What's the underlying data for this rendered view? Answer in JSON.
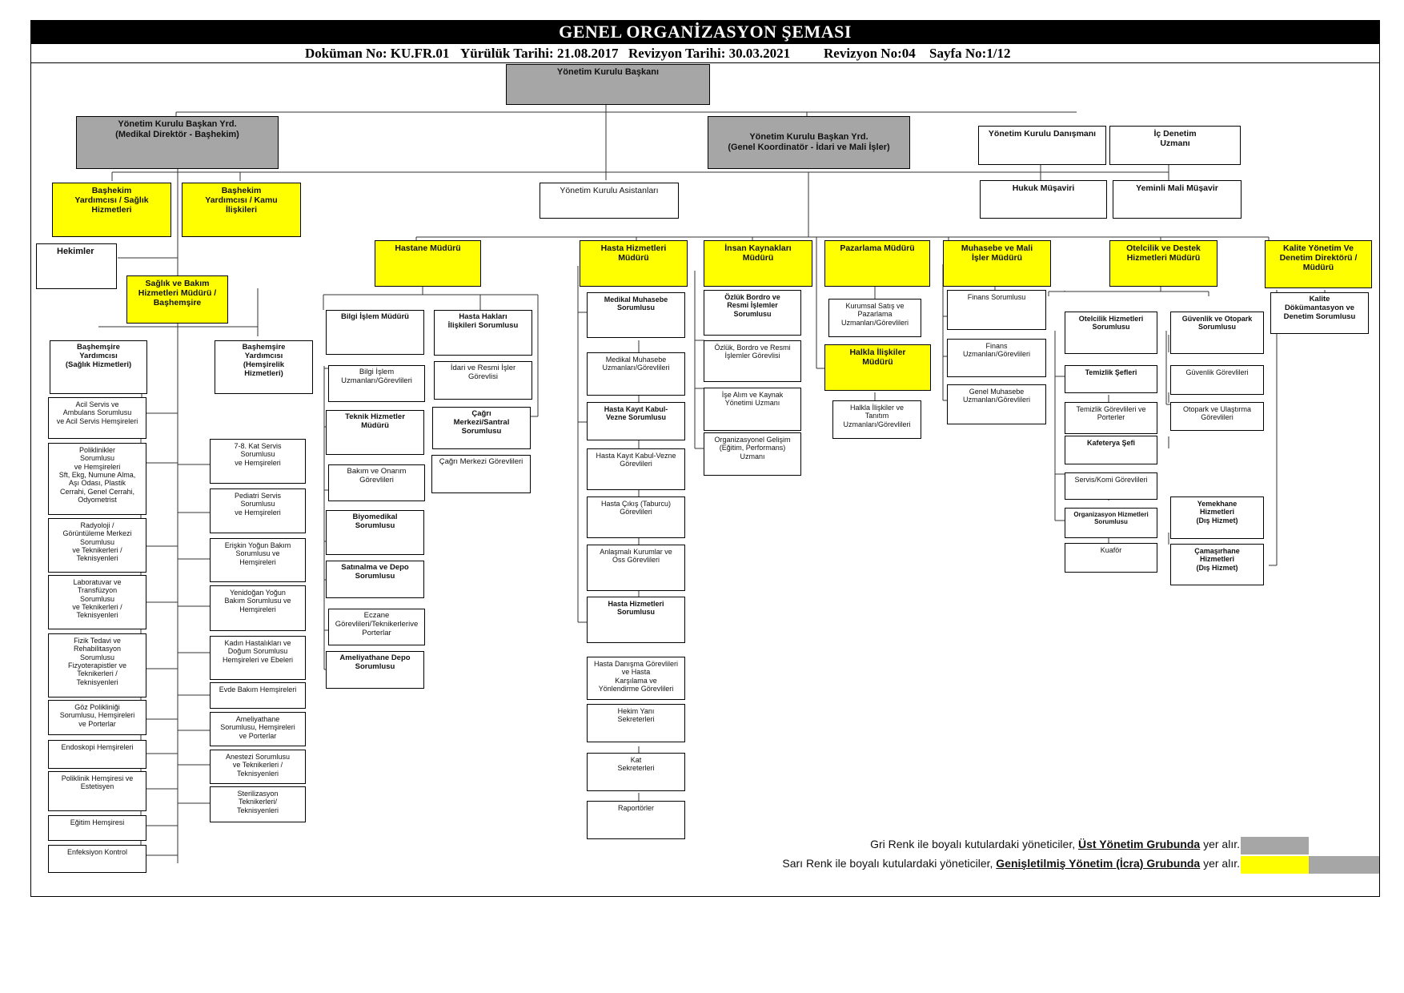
{
  "title": "GENEL ORGANİZASYON ŞEMASI",
  "doc": {
    "doc_no": "Doküman No: KU.FR.01",
    "effective": "Yürülük Tarihi: 21.08.2017",
    "revision_date": "Revizyon Tarihi: 30.03.2021",
    "revision_no": "Revizyon No:04",
    "page": "Sayfa No:1/12"
  },
  "colors": {
    "gray": "#a6a6a6",
    "yellow": "#ffff00"
  },
  "top": {
    "chairman": "Yönetim Kurulu Başkanı",
    "vp_medical": "Yönetim Kurulu Başkan Yrd.\n(Medikal Direktör - Başhekim)",
    "vp_general": "Yönetim Kurulu Başkan Yrd.\n(Genel Koordinatör - İdari ve Mali İşler)",
    "advisor": "Yönetim Kurulu Danışmanı",
    "auditor": "İç Denetim\nUzmanı",
    "legal": "Hukuk Müşaviri",
    "cpa": "Yeminli Mali Müşavir",
    "assistants": "Yönetim Kurulu Asistanları"
  },
  "medical": {
    "deputy_health": "Başhekim\nYardımcısı / Sağlık\nHizmetleri",
    "deputy_public": "Başhekim\nYardımcısı / Kamu\nİlişkileri",
    "doctors": "Hekimler",
    "nursing_manager": "Sağlık ve Bakım\nHizmetleri Müdürü /\nBaşhemşire",
    "head_nurse_health": "Başhemşire\nYardımcısı\n(Sağlık Hizmetleri)",
    "head_nurse_nursing": "Başhemşire\nYardımcısı\n(Hemşirelik\nHizmetleri)",
    "left_col": [
      "Acil Servis ve\nAmbulans Sorumlusu\nve Acil Servis Hemşireleri",
      "Poliklinikler\nSorumlusu\nve Hemşireleri\nSft, Ekg, Numune Alma,\nAşı Odası, Plastik\nCerrahi, Genel Cerrahi,\nOdyometrist",
      "Radyoloji /\nGörüntüleme Merkezi\nSorumlusu\nve Teknikerleri /\nTeknisyenleri",
      "Laboratuvar ve\nTransfüzyon\nSorumlusu\nve Teknikerleri /\nTeknisyenleri",
      "Fizik Tedavi ve\nRehabilitasyon\nSorumlusu\nFizyoterapistler ve\nTeknikerleri /\nTeknisyenleri",
      "Göz Polikliniği\nSorumlusu, Hemşireleri\nve Porterlar",
      "Endoskopi Hemşireleri",
      "Poliklinik Hemşiresi ve\nEstetisyen",
      "Eğitim Hemşiresi",
      "Enfeksiyon Kontrol"
    ],
    "right_col": [
      "7-8. Kat Servis\nSorumlusu\nve Hemşireleri",
      "Pediatri Servis\nSorumlusu\nve Hemşireleri",
      "Erişkin Yoğun Bakım\nSorumlusu ve\nHemşireleri",
      "Yenidoğan Yoğun\nBakım Sorumlusu ve\nHemşireleri",
      "Kadın Hastalıkları ve\nDoğum Sorumlusu\nHemşireleri ve Ebeleri",
      "Evde Bakım Hemşireleri",
      "Ameliyathane\nSorumlusu, Hemşireleri\nve Porterlar",
      "Anestezi Sorumlusu\nve Teknikerleri /\nTeknisyenleri",
      "Sterilizasyon\nTeknikerleri/\nTeknisyenleri"
    ]
  },
  "hospital": {
    "manager": "Hastane Müdürü",
    "it": "Bilgi İşlem Müdürü",
    "it_staff": "Bilgi İşlem\nUzmanları/Görevlileri",
    "tech": "Teknik Hizmetler\nMüdürü",
    "tech_staff": "Bakım ve Onarım\nGörevlileri",
    "biomed": "Biyomedikal\nSorumlusu",
    "purchase": "Satınalma ve Depo\nSorumlusu",
    "pharmacy": "Eczane\nGörevlileri/Teknikerlerive\nPorterlar",
    "or_depot": "Ameliyathane Depo\nSorumlusu",
    "patient_rights": "Hasta Hakları\nİlişkileri Sorumlusu",
    "admin_staff": "İdari ve Resmi İşler\nGörevlisi",
    "callcenter": "Çağrı\nMerkezi/Santral\nSorumlusu",
    "callcenter_staff": "Çağrı Merkezi Görevlileri"
  },
  "patient_services": {
    "manager": "Hasta Hizmetleri\nMüdürü",
    "items": [
      "Medikal Muhasebe\nSorumlusu",
      "Medikal Muhasebe\nUzmanları/Görevlileri",
      "Hasta Kayıt Kabul-\nVezne Sorumlusu",
      "Hasta Kayıt Kabul-Vezne\nGörevlileri",
      "Hasta Çıkış (Taburcu)\nGörevlileri",
      "Anlaşmalı Kurumlar ve\nOss Görevlileri",
      "Hasta Hizmetleri\nSorumlusu",
      "Hasta Danışma Görevlileri\nve Hasta\nKarşılama ve\nYönlendirme Görevlileri",
      "Hekim Yanı\nSekreterleri",
      "Kat\nSekreterleri",
      "Raportörler"
    ]
  },
  "hr": {
    "manager": "İnsan Kaynakları\nMüdürü",
    "items": [
      "Özlük Bordro ve\nResmi İşlemler\nSorumlusu",
      "Özlük, Bordro ve Resmi\nİşlemler Görevlisi",
      "İşe Alım ve Kaynak\nYönetimi Uzmanı",
      "Organizasyonel Gelişim\n(Eğitim, Performans)\nUzmanı"
    ]
  },
  "marketing": {
    "manager": "Pazarlama Müdürü",
    "corporate": "Kurumsal Satış ve\nPazarlama\nUzmanları/Görevlileri",
    "pr_manager": "Halkla İlişkiler\nMüdürü",
    "pr_staff": "Halkla İlişkiler ve\nTanıtım\nUzmanları/Görevlileri"
  },
  "finance": {
    "manager": "Muhasebe ve Mali\nİşler Müdürü",
    "items": [
      "Finans Sorumlusu",
      "Finans\nUzmanları/Görevlileri",
      "Genel Muhasebe\nUzmanları/Görevlileri"
    ]
  },
  "hotel": {
    "manager": "Otelcilik ve Destek\nHizmetleri Müdürü",
    "left": [
      "Otelcilik Hizmetleri\nSorumlusu",
      "Temizlik Şefleri",
      "Temizlik Görevlileri ve\nPorterler",
      "Kafeterya Şefi",
      "Servis/Komi Görevlileri",
      "Organizasyon Hizmetleri\nSorumlusu",
      "Kuaför"
    ],
    "right": [
      "Güvenlik ve Otopark\nSorumlusu",
      "Güvenlik Görevlileri",
      "Otopark ve Ulaştırma\nGörevlileri",
      "Yemekhane\nHizmetleri\n(Dış Hizmet)",
      "Çamaşırhane\nHizmetleri\n(Dış Hizmet)"
    ]
  },
  "quality": {
    "manager": "Kalite Yönetim Ve\nDenetim Direktörü /\nMüdürü",
    "doc": "Kalite\nDökümantasyon ve\nDenetim Sorumlusu"
  },
  "legend": {
    "gray_prefix": "Gri Renk ile boyalı kutulardaki yöneticiler,",
    "gray_group": "Üst Yönetim Grubunda",
    "gray_suffix": "yer alır.",
    "yellow_prefix": "Sarı Renk ile boyalı kutulardaki yöneticiler,",
    "yellow_group": "Genişletilmiş Yönetim (İcra) Grubunda",
    "yellow_suffix": "yer alır."
  }
}
